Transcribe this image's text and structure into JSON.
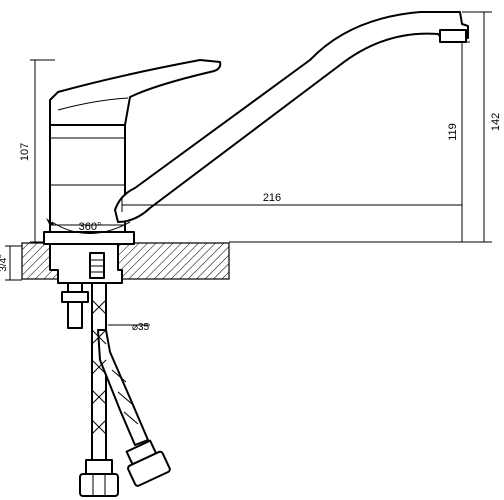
{
  "diagram": {
    "dimensions": {
      "spout_reach": "216",
      "body_height": "107",
      "spout_outlet_height": "119",
      "total_height": "142",
      "rotation": "360°",
      "pipe_diameter": "⌀35",
      "mount_thread": "3/4\""
    }
  }
}
